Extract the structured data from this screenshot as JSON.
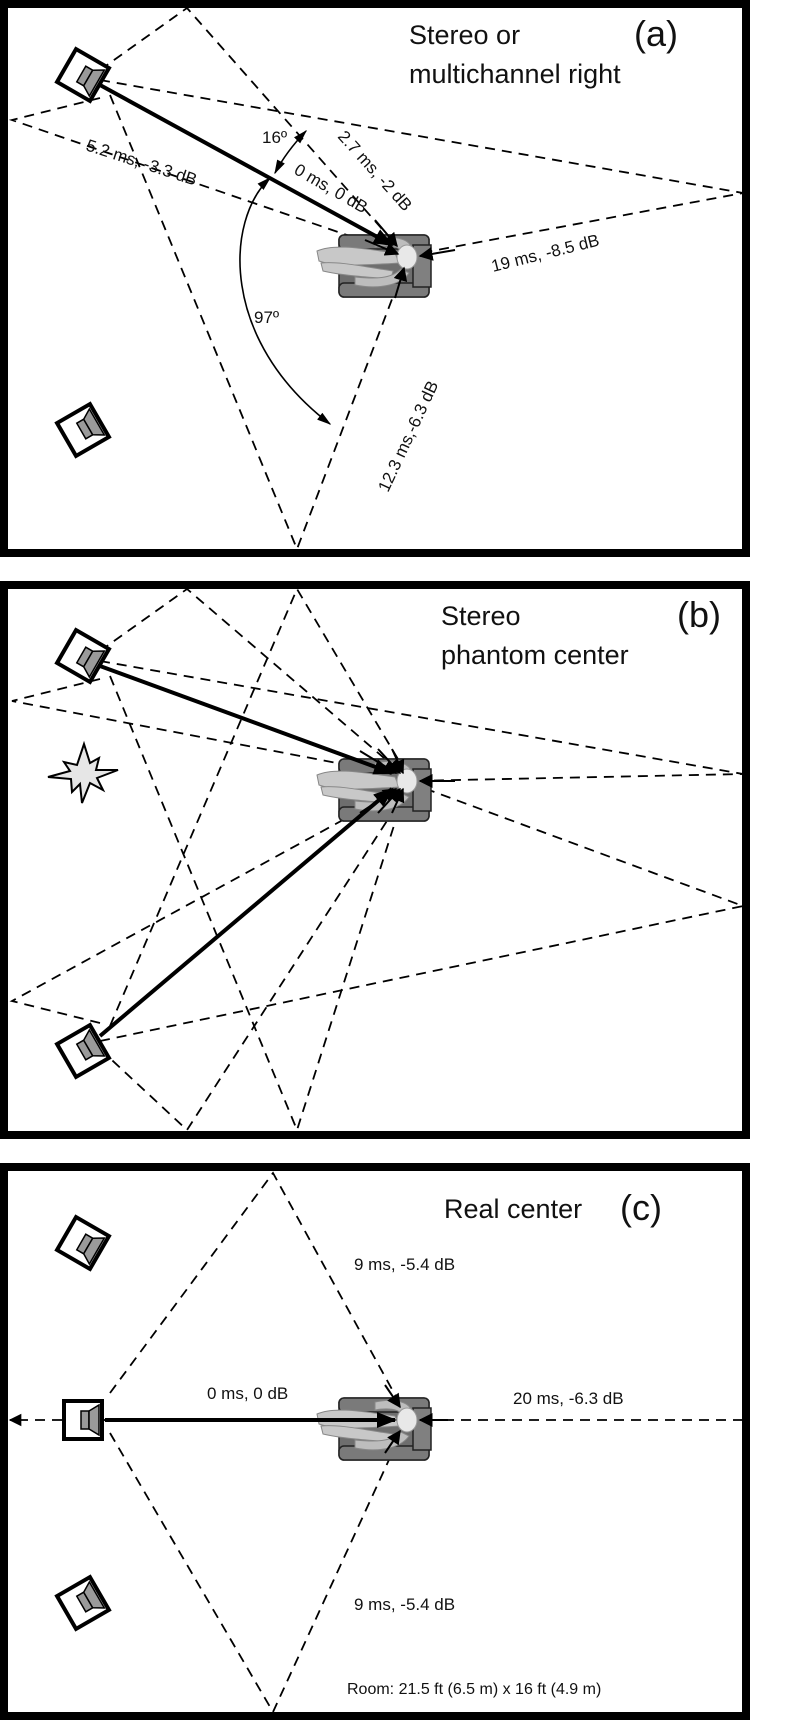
{
  "figure": {
    "title": "Listening room reflection paths",
    "room_note": "Room: 21.5 ft (6.5 m) x 16 ft (4.9 m)"
  },
  "panels": [
    {
      "id": "a",
      "tag": "(a)",
      "title_line1": "Stereo or",
      "title_line2": "multichannel right",
      "labels": {
        "direct": "0 ms, 0 dB",
        "side_reflection": "5.2 ms, -3.3 dB",
        "front_wall_reflection": "2.7 ms, -2 dB",
        "rear_wall_reflection": "19 ms, -8.5 dB",
        "opposite_side_reflection": "12.3 ms,-6.3 dB",
        "angle_small": "16º",
        "angle_large": "97º"
      }
    },
    {
      "id": "b",
      "tag": "(b)",
      "title_line1": "Stereo",
      "title_line2": "phantom center"
    },
    {
      "id": "c",
      "tag": "(c)",
      "title_line1": "Real center",
      "labels": {
        "direct": "0 ms, 0 dB",
        "upper_reflection": "9 ms, -5.4 dB",
        "lower_reflection": "9 ms, -5.4 dB",
        "rear_wall_reflection": "20 ms, -6.3 dB"
      }
    }
  ],
  "colors": {
    "line": "#000000",
    "speaker_fill": "#ffffff",
    "driver_fill": "#9a9a9a",
    "seat_fill": "#6e6e6e",
    "person_fill": "#c8c8c8",
    "phantom_fill": "#e6e6e6"
  }
}
